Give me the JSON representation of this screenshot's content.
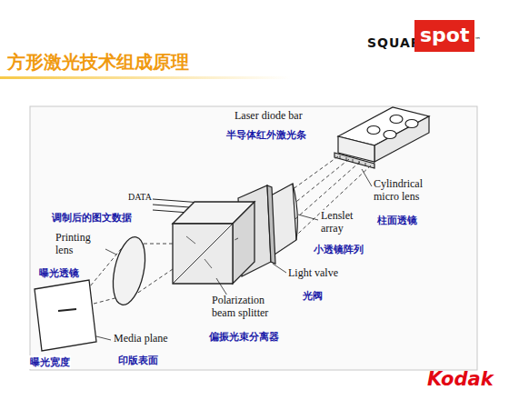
{
  "diagram": {
    "title": "方形激光技术组成原理",
    "labels": [
      "SQUARE",
      "spot",
      "™",
      "Laser diode bar",
      "半导体红外激光条",
      "Cylindrical micro lens",
      "柱面透镜",
      "DATA",
      "调制后的图文数据",
      "Lenslet array",
      "小透镜阵列",
      "Printing lens",
      "曝光透镜",
      "Light valve",
      "光阀",
      "Polarization beam splitter",
      "偏振光束分离器",
      "Media plane",
      "印版表面",
      "曝光宽度",
      "Kodak"
    ]
  }
}
